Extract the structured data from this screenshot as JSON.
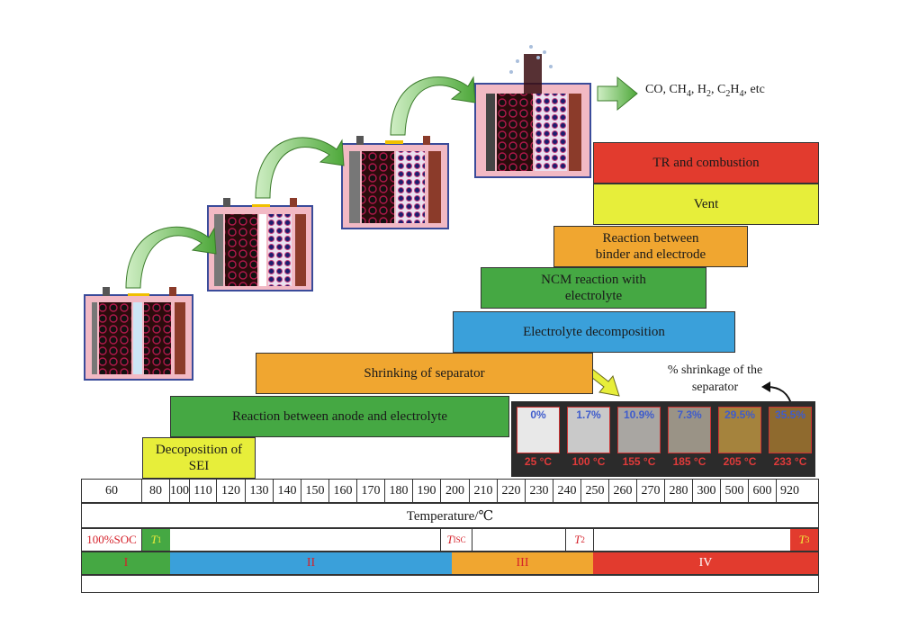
{
  "gas_products": {
    "prefix": "CO, CH",
    "s1": "4",
    "m1": ", H",
    "s2": "2",
    "m2": ", C",
    "s3": "2",
    "m3": "H",
    "s4": "4",
    "suffix": ", etc"
  },
  "reactions": [
    {
      "label": "TR and combustion",
      "color": "#e23b2e"
    },
    {
      "label": "Vent",
      "color": "#e7ee3a"
    },
    {
      "label": "Reaction between\nbinder and electrode",
      "color": "#f0a630"
    },
    {
      "label": "NCM reaction with\nelectrolyte",
      "color": "#45a843"
    },
    {
      "label": "Electrolyte decomposition",
      "color": "#3aa0da"
    },
    {
      "label": "Shrinking of separator",
      "color": "#f0a630"
    },
    {
      "label": "Reaction between anode and electrolyte",
      "color": "#45a843"
    },
    {
      "label": "Decoposition of\nSEI",
      "color": "#e7ee3a"
    }
  ],
  "separator": {
    "label": "% shrinkage of the\nseparator",
    "samples": [
      {
        "pct": "0%",
        "temp": "25 °C"
      },
      {
        "pct": "1.7%",
        "temp": "100 °C"
      },
      {
        "pct": "10.9%",
        "temp": "155 °C"
      },
      {
        "pct": "7.3%",
        "temp": "185 °C"
      },
      {
        "pct": "29.5%",
        "temp": "205 °C"
      },
      {
        "pct": "35.5%",
        "temp": "233 °C"
      }
    ]
  },
  "temperatures": [
    "60",
    "80",
    "100",
    "110",
    "120",
    "130",
    "140",
    "150",
    "160",
    "170",
    "180",
    "190",
    "200",
    "210",
    "220",
    "230",
    "240",
    "250",
    "260",
    "270",
    "280",
    "300",
    "500",
    "600",
    "920"
  ],
  "axis_label": "Temperature/℃",
  "markers": {
    "soc": "100%SOC",
    "t1": "T",
    "t1_sub": "1",
    "tisc": "T",
    "tisc_sub": "ISC",
    "t2": "T",
    "t2_sub": "2",
    "t3": "T",
    "t3_sub": "3"
  },
  "stages": [
    {
      "label": "I",
      "color": "#45a843"
    },
    {
      "label": "II",
      "color": "#3aa0da"
    },
    {
      "label": "III",
      "color": "#f0a630"
    },
    {
      "label": "IV",
      "color": "#e23b2e"
    }
  ]
}
